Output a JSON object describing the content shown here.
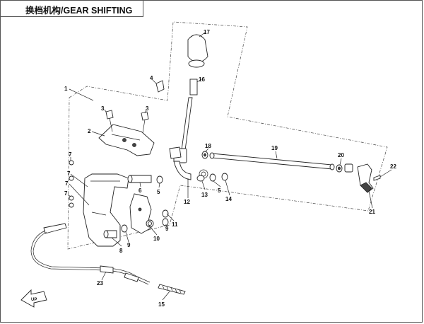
{
  "title": "换档机构/GEAR SHIFTING",
  "callouts": [
    "1",
    "2",
    "3",
    "3",
    "4",
    "5",
    "5",
    "6",
    "7",
    "7",
    "7",
    "7",
    "8",
    "9",
    "9",
    "10",
    "11",
    "12",
    "13",
    "14",
    "15",
    "16",
    "17",
    "18",
    "19",
    "20",
    "21",
    "22",
    "23"
  ],
  "arrow_label": "UP"
}
